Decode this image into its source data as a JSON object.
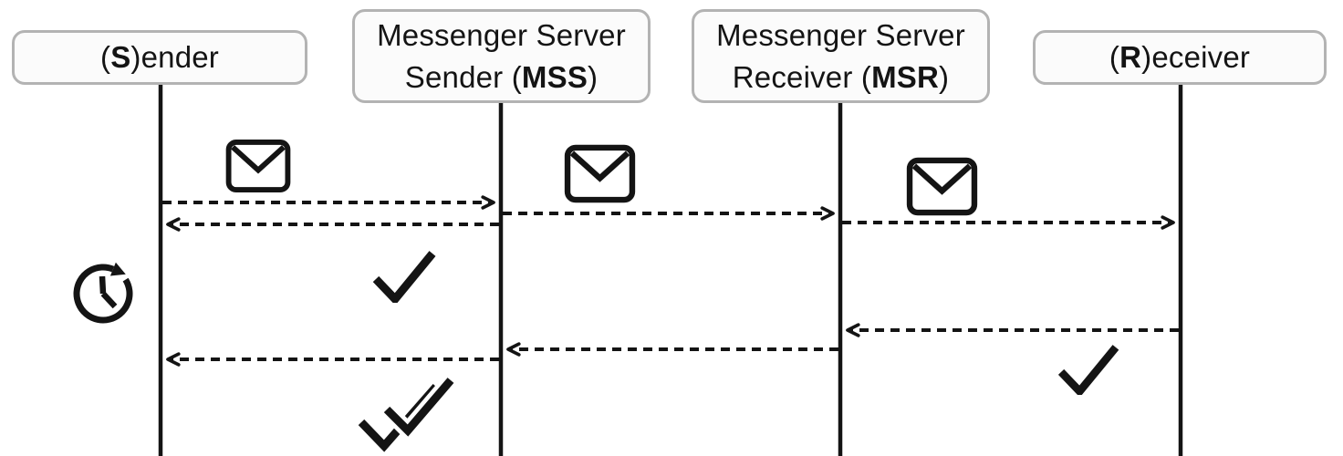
{
  "diagram_type": "sequence-diagram",
  "actors": [
    {
      "id": "sender",
      "label_pre": "(",
      "label_bold": "S",
      "label_post": ")ender"
    },
    {
      "id": "mss",
      "line1": "Messenger Server",
      "label_pre": "Sender (",
      "label_bold": "MSS",
      "label_post": ")"
    },
    {
      "id": "msr",
      "line1": "Messenger Server",
      "label_pre": "Receiver (",
      "label_bold": "MSR",
      "label_post": ")"
    },
    {
      "id": "receiver",
      "label_pre": "(",
      "label_bold": "R",
      "label_post": ")eceiver"
    }
  ],
  "icons": {
    "message": "envelope-icon",
    "sent_ack": "check-icon",
    "delivered_ack": "double-check-icon",
    "pending": "clock-retry-icon"
  },
  "colors": {
    "stroke": "#141414",
    "text": "#141414",
    "box_border": "#b3b3b3",
    "box_fill": "#fbfbfb",
    "bg": "#ffffff"
  },
  "sequence": [
    {
      "from": "Sender",
      "to": "MSS",
      "line": "dashed",
      "icon": "envelope"
    },
    {
      "from": "MSS",
      "to": "Sender",
      "line": "dashed",
      "icon": "check"
    },
    {
      "from": "MSS",
      "to": "MSR",
      "line": "dashed",
      "icon": "envelope"
    },
    {
      "from": "MSR",
      "to": "Receiver",
      "line": "dashed",
      "icon": "envelope"
    },
    {
      "from": "Receiver",
      "to": "MSR",
      "line": "dashed",
      "icon": "check"
    },
    {
      "from": "MSR",
      "to": "MSS",
      "line": "dashed"
    },
    {
      "from": "MSS",
      "to": "Sender",
      "line": "dashed",
      "icon": "double-check"
    }
  ]
}
